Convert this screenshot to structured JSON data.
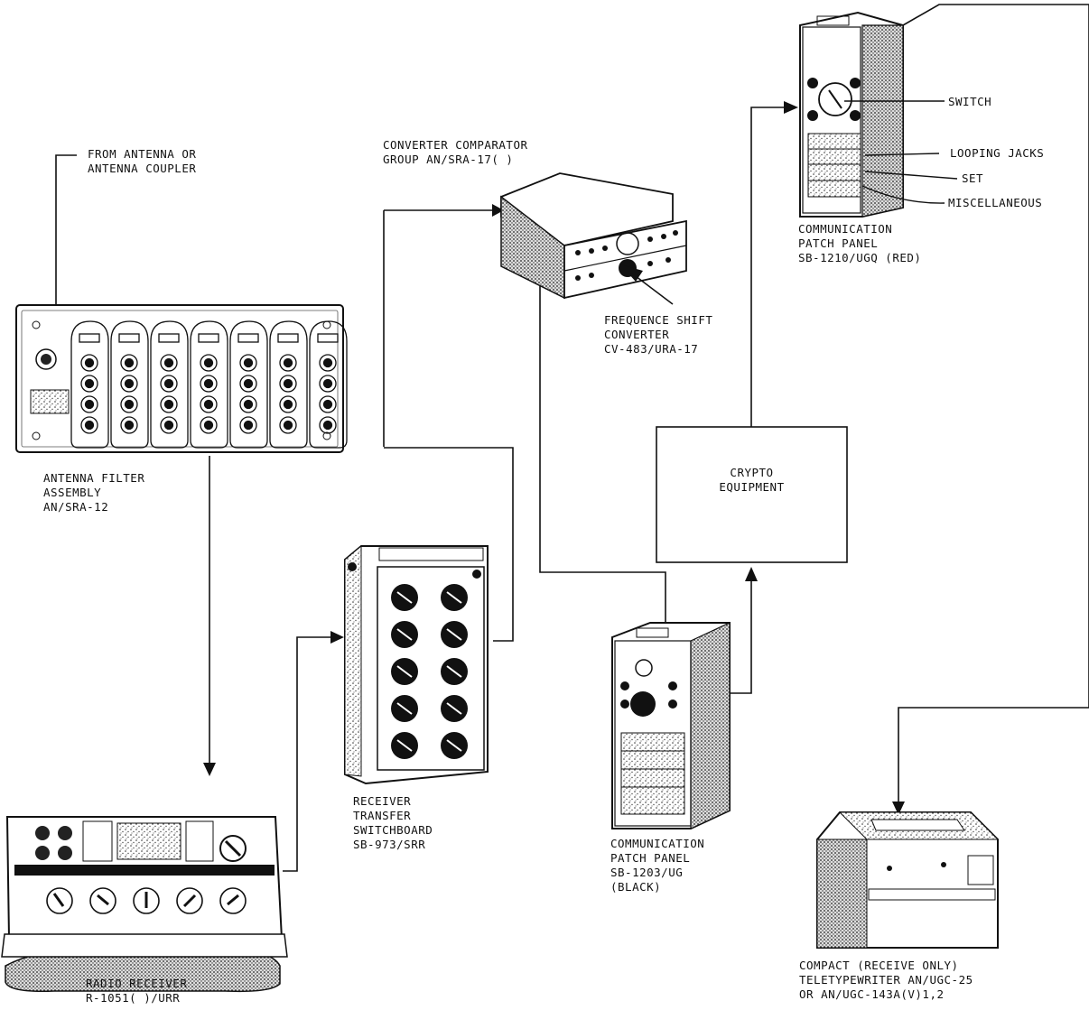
{
  "labels": {
    "antenna_source": [
      "FROM ANTENNA OR",
      "ANTENNA COUPLER"
    ],
    "filter_assembly": [
      "ANTENNA FILTER",
      "ASSEMBLY",
      "AN/SRA-12"
    ],
    "radio_receiver": [
      "RADIO RECEIVER",
      "R-1051( )/URR"
    ],
    "transfer_switchboard": [
      "RECEIVER",
      "TRANSFER",
      "SWITCHBOARD",
      "SB-973/SRR"
    ],
    "converter_group": [
      "CONVERTER COMPARATOR",
      "GROUP AN/SRA-17( )"
    ],
    "shift_converter": [
      "FREQUENCE SHIFT",
      "CONVERTER",
      "CV-483/URA-17"
    ],
    "crypto": [
      "CRYPTO",
      "EQUIPMENT"
    ],
    "patch_panel_black": [
      "COMMUNICATION",
      "PATCH PANEL",
      "SB-1203/UG",
      "(BLACK)"
    ],
    "patch_panel_red": [
      "COMMUNICATION",
      "PATCH PANEL",
      "SB-1210/UGQ (RED)"
    ],
    "callout_switch": "SWITCH",
    "callout_looping_jacks": "LOOPING JACKS",
    "callout_set": "SET",
    "callout_misc": "MISCELLANEOUS",
    "teletypewriter": [
      "COMPACT (RECEIVE ONLY)",
      "TELETYPEWRITER AN/UGC-25",
      "OR AN/UGC-143A(V)1,2"
    ]
  }
}
